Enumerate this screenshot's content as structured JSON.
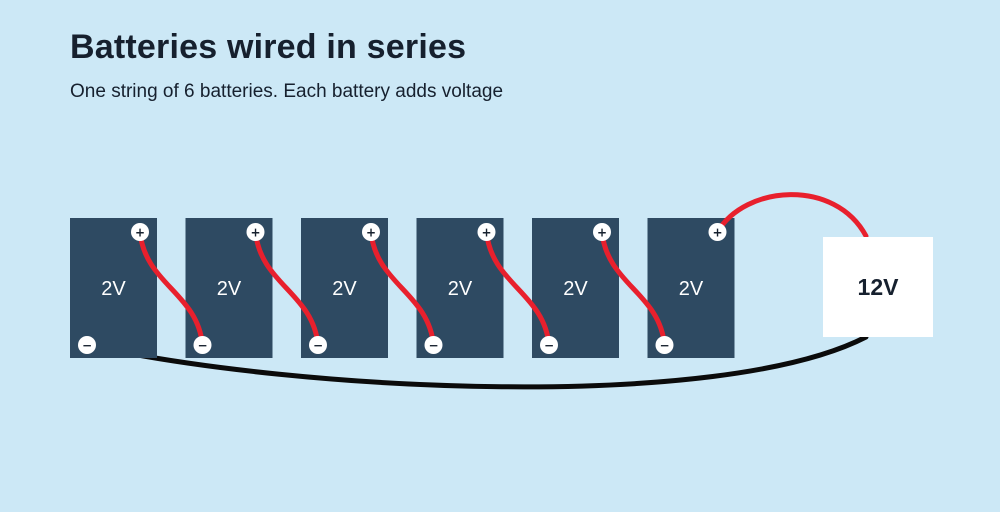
{
  "header": {
    "title": "Batteries wired in series",
    "subtitle": "One string of 6 batteries. Each battery adds voltage"
  },
  "batteries": [
    {
      "label": "2V"
    },
    {
      "label": "2V"
    },
    {
      "label": "2V"
    },
    {
      "label": "2V"
    },
    {
      "label": "2V"
    },
    {
      "label": "2V"
    }
  ],
  "terminals": {
    "positive": "+",
    "negative": "−"
  },
  "output": {
    "label": "12V"
  },
  "colors": {
    "background": "#cce8f6",
    "battery": "#2e4a62",
    "positive_wire": "#e8202d",
    "negative_wire": "#0b0b0b",
    "output_box": "#ffffff",
    "text": "#16202e"
  }
}
